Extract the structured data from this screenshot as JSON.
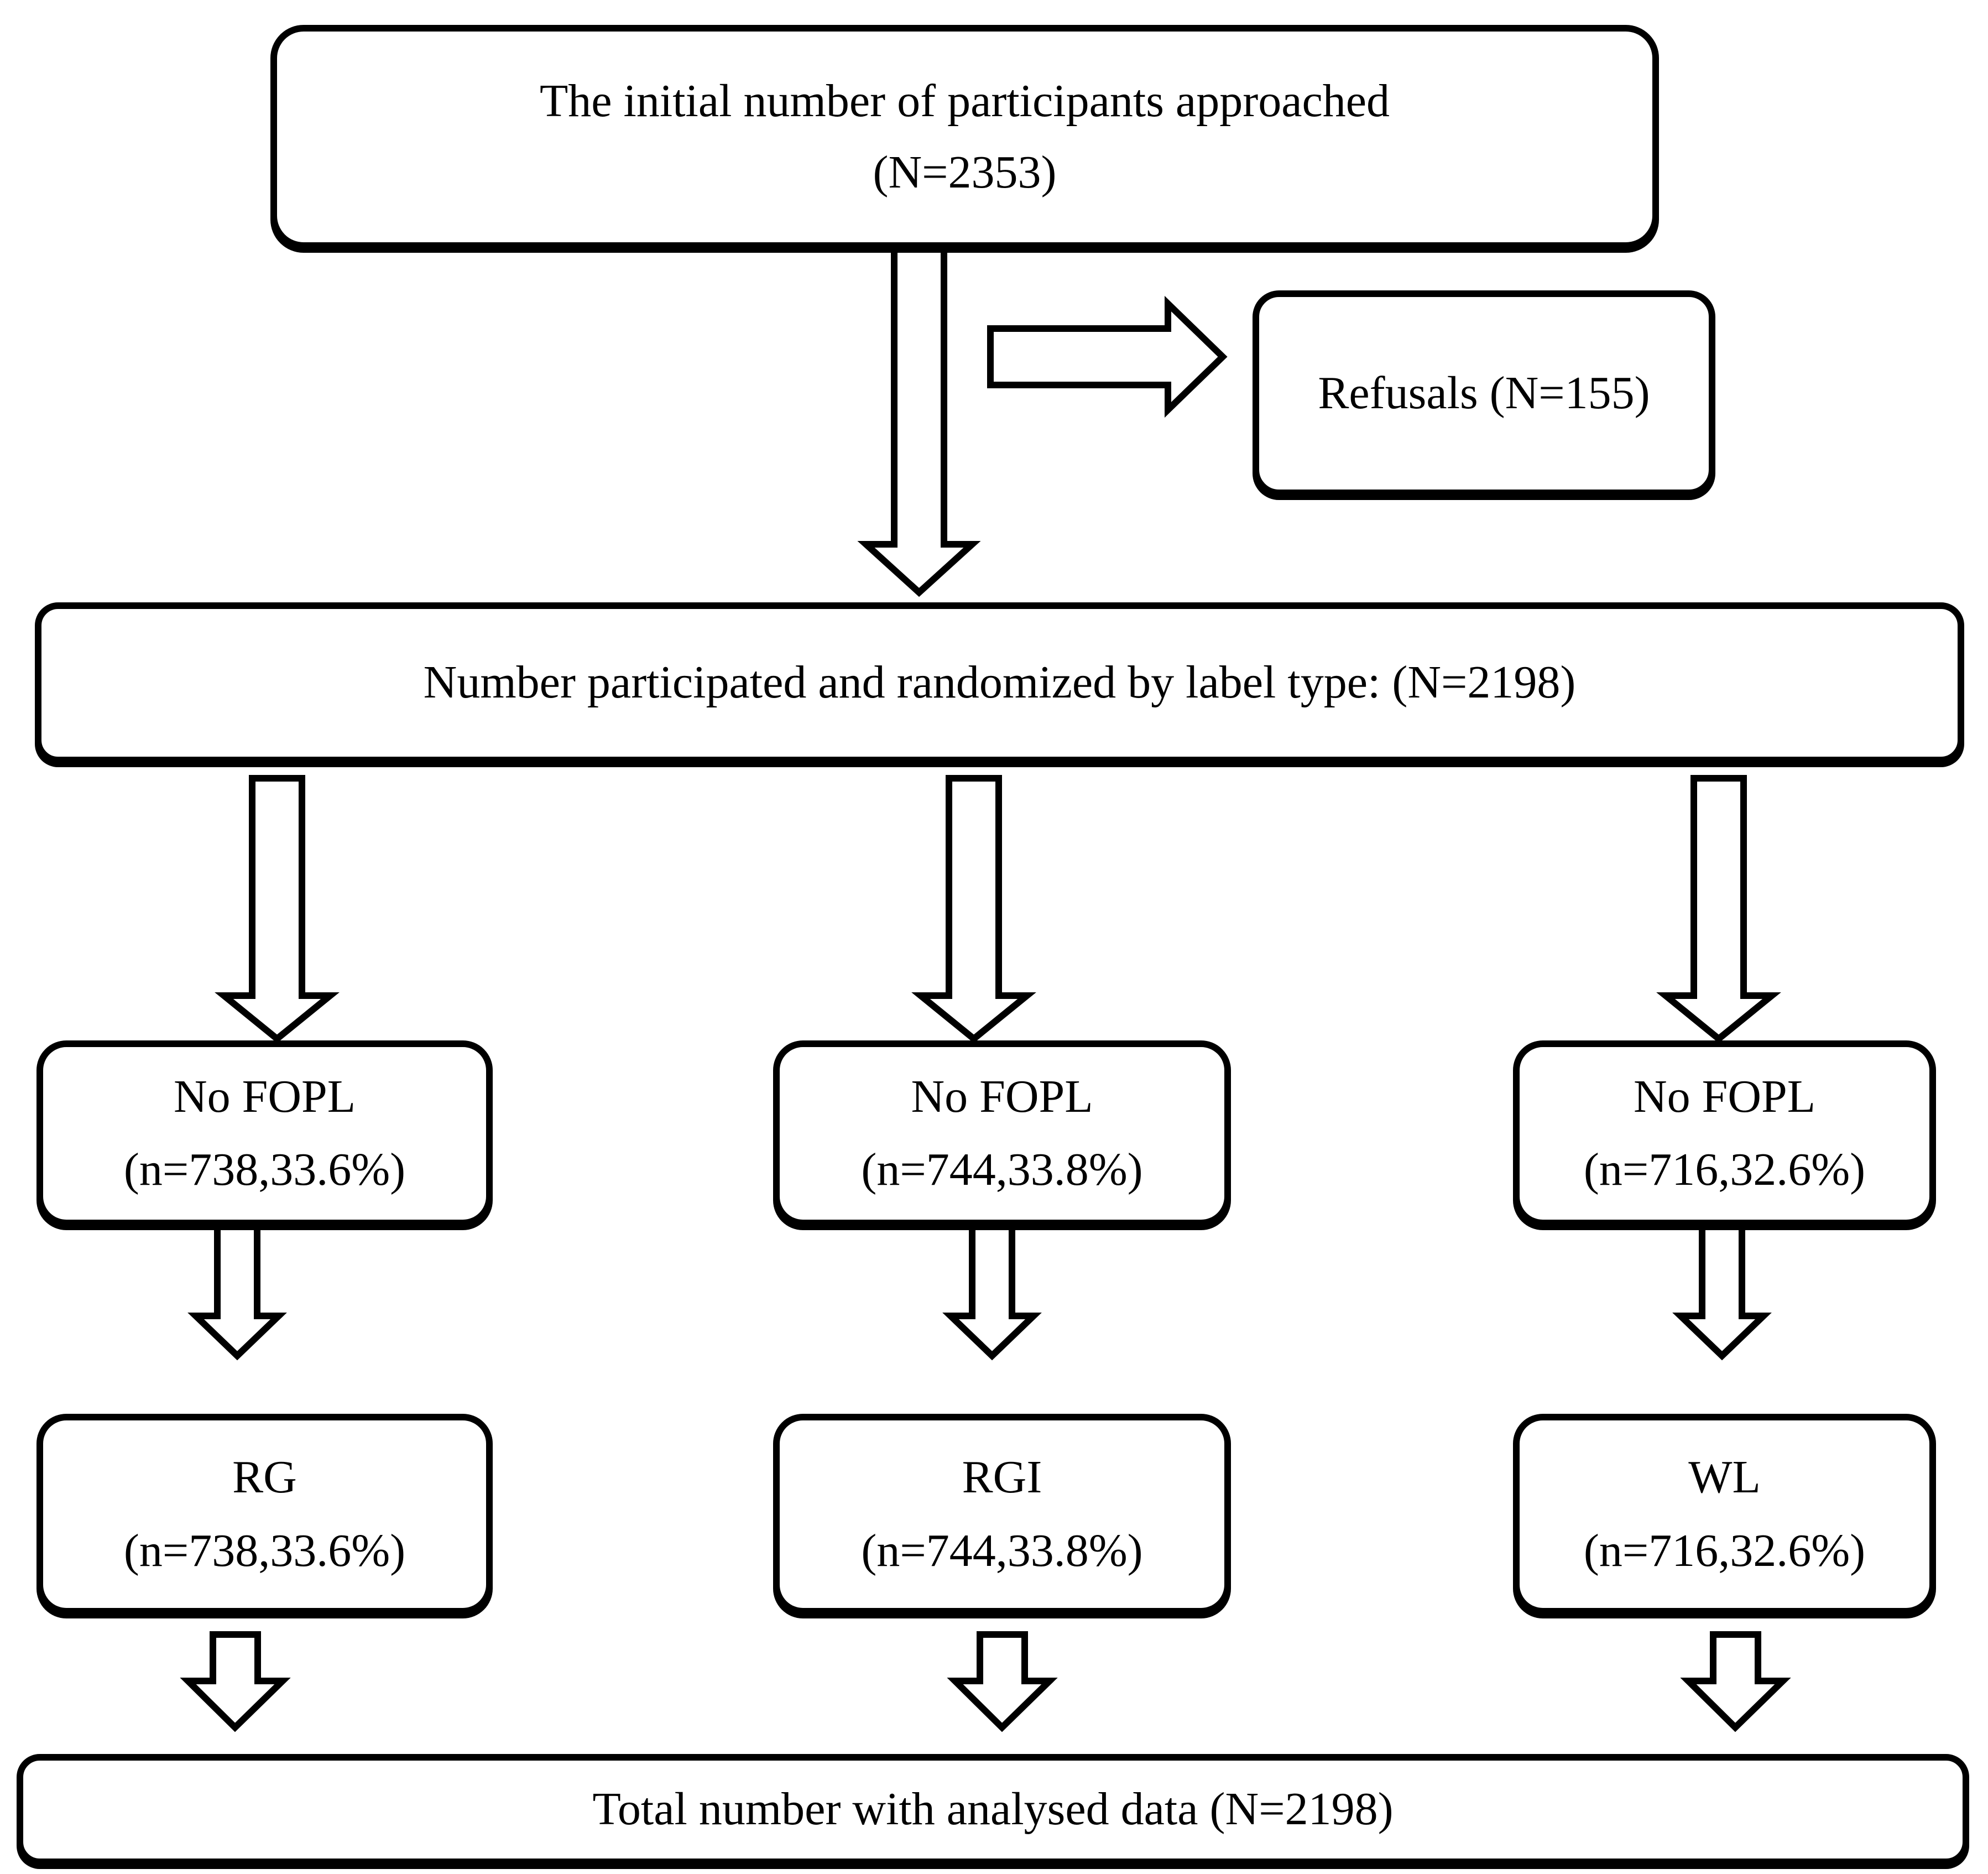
{
  "figure": {
    "background_color": "#ffffff",
    "stroke_color": "#000000"
  },
  "nodes": {
    "approached": {
      "line1": "The initial number of participants approached",
      "line2": "(N=2353)"
    },
    "refusals": {
      "label": "Refusals (N=155)"
    },
    "randomized": {
      "label": "Number participated and randomized by label type: (N=2198)"
    },
    "total": {
      "label": "Total number with analysed data (N=2198)"
    }
  },
  "columns": [
    {
      "allocation": {
        "line1": "No FOPL",
        "line2": "(n=738,33.6%)"
      },
      "group": {
        "line1": "RG",
        "line2": "(n=738,33.6%)"
      }
    },
    {
      "allocation": {
        "line1": "No FOPL",
        "line2": "(n=744,33.8%)"
      },
      "group": {
        "line1": "RGI",
        "line2": "(n=744,33.8%)"
      }
    },
    {
      "allocation": {
        "line1": "No FOPL",
        "line2": "(n=716,32.6%)"
      },
      "group": {
        "line1": "WL",
        "line2": "(n=716,32.6%)"
      }
    }
  ],
  "icons": {
    "down_arrow": "down-block-arrow",
    "right_arrow": "right-block-arrow"
  }
}
